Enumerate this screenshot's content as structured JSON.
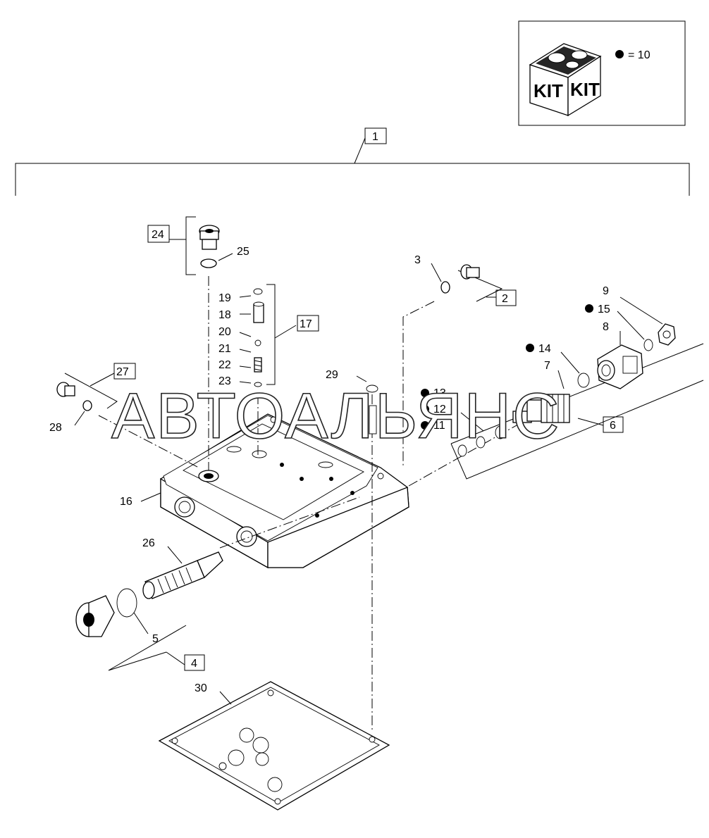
{
  "kit_legend": {
    "kit_text_left": "KIT",
    "kit_text_right": "KIT",
    "equals": "= 10",
    "bullet_marker": "filled-circle"
  },
  "watermark": "АВТОАЛЬЯНС",
  "boxed_labels": [
    "1",
    "2",
    "4",
    "6",
    "17",
    "24",
    "27"
  ],
  "callouts": {
    "c1": "1",
    "c2": "2",
    "c3": "3",
    "c4": "4",
    "c5": "5",
    "c6": "6",
    "c7": "7",
    "c8": "8",
    "c9": "9",
    "c11": "11",
    "c12": "12",
    "c13": "13",
    "c14": "14",
    "c15": "15",
    "c16": "16",
    "c17": "17",
    "c18": "18",
    "c19": "19",
    "c20": "20",
    "c21": "21",
    "c22": "22",
    "c23": "23",
    "c24": "24",
    "c25": "25",
    "c26": "26",
    "c27": "27",
    "c28": "28",
    "c29": "29",
    "c30": "30"
  },
  "kit_marked_items": [
    "11",
    "12",
    "13",
    "14",
    "15"
  ],
  "colors": {
    "line": "#000000",
    "background": "#ffffff"
  }
}
